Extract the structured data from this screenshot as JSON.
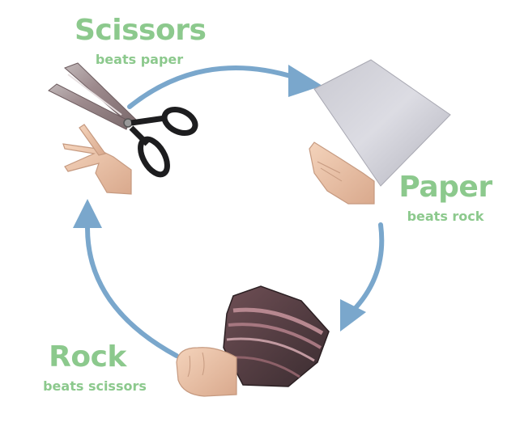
{
  "colors": {
    "label_green": "#8cc98d",
    "arrow_blue": "#7aa7cc",
    "background": "#ffffff"
  },
  "scissors": {
    "name": "Scissors",
    "rule": "beats paper",
    "pictures": [
      "scissors-photo",
      "scissors-hand-gesture"
    ]
  },
  "paper": {
    "name": "Paper",
    "rule": "beats rock",
    "pictures": [
      "paper-sheet-photo",
      "paper-hand-gesture"
    ]
  },
  "rock": {
    "name": "Rock",
    "rule": "beats scissors",
    "pictures": [
      "rock-photo",
      "rock-fist-gesture"
    ]
  },
  "cycle": {
    "direction": "clockwise",
    "arrows": [
      "scissors-to-paper",
      "paper-to-rock",
      "rock-to-scissors"
    ]
  }
}
